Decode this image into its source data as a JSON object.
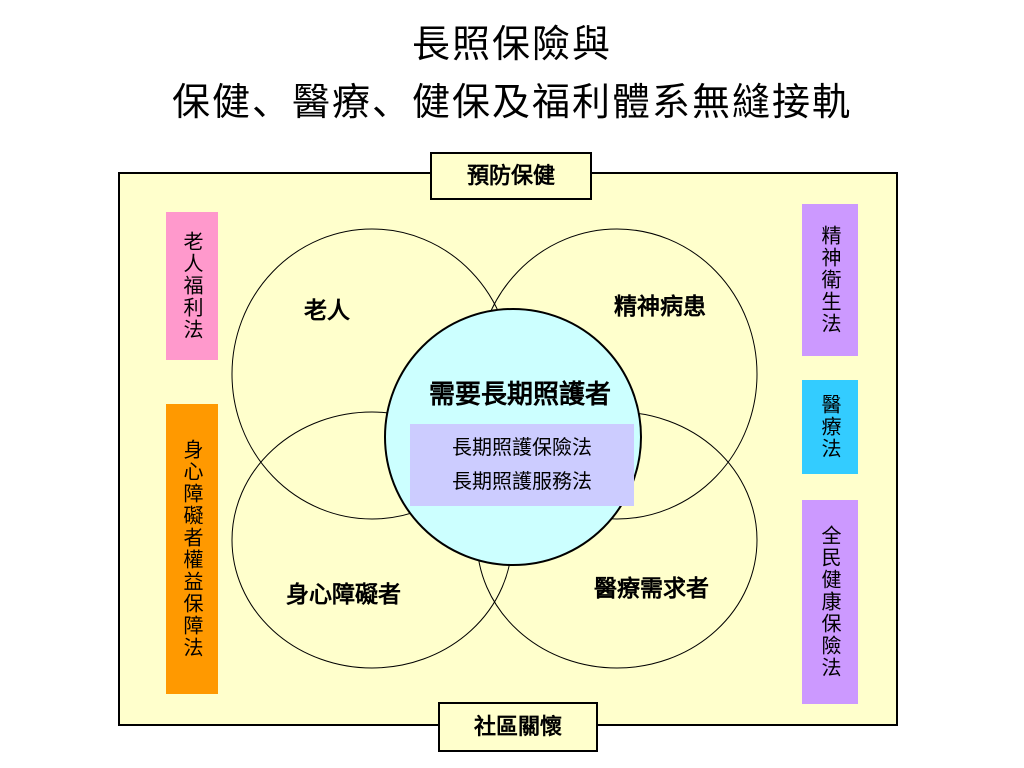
{
  "title": {
    "line1": "長照保險與",
    "line2": "保健、醫療、健保及福利體系無縫接軌"
  },
  "frame": {
    "top_label": "預防保健",
    "bottom_label": "社區關懷"
  },
  "left_laws": {
    "elderly_welfare": "老人福利法",
    "disability_rights": "身心障礙者權益保障法"
  },
  "right_laws": {
    "mental_health": "精神衛生法",
    "medical_care": "醫療法",
    "national_health_insurance": "全民健康保險法"
  },
  "groups": {
    "elderly": "老人",
    "mental_patients": "精神病患",
    "disabled": "身心障礙者",
    "medical_needs": "醫療需求者"
  },
  "center": {
    "label": "需要長期照護者",
    "law_1": "長期照護保險法",
    "law_2": "長期照護服務法"
  },
  "colors": {
    "frame_fill": "#ffffcc",
    "center_circle": "#ccffff",
    "center_laws_box": "#ccccff",
    "elderly_law": "#ff99cc",
    "disability_law": "#ff9900",
    "mental_law": "#cc99ff",
    "medical_law": "#33ccff",
    "nhi_law": "#cc99ff"
  }
}
